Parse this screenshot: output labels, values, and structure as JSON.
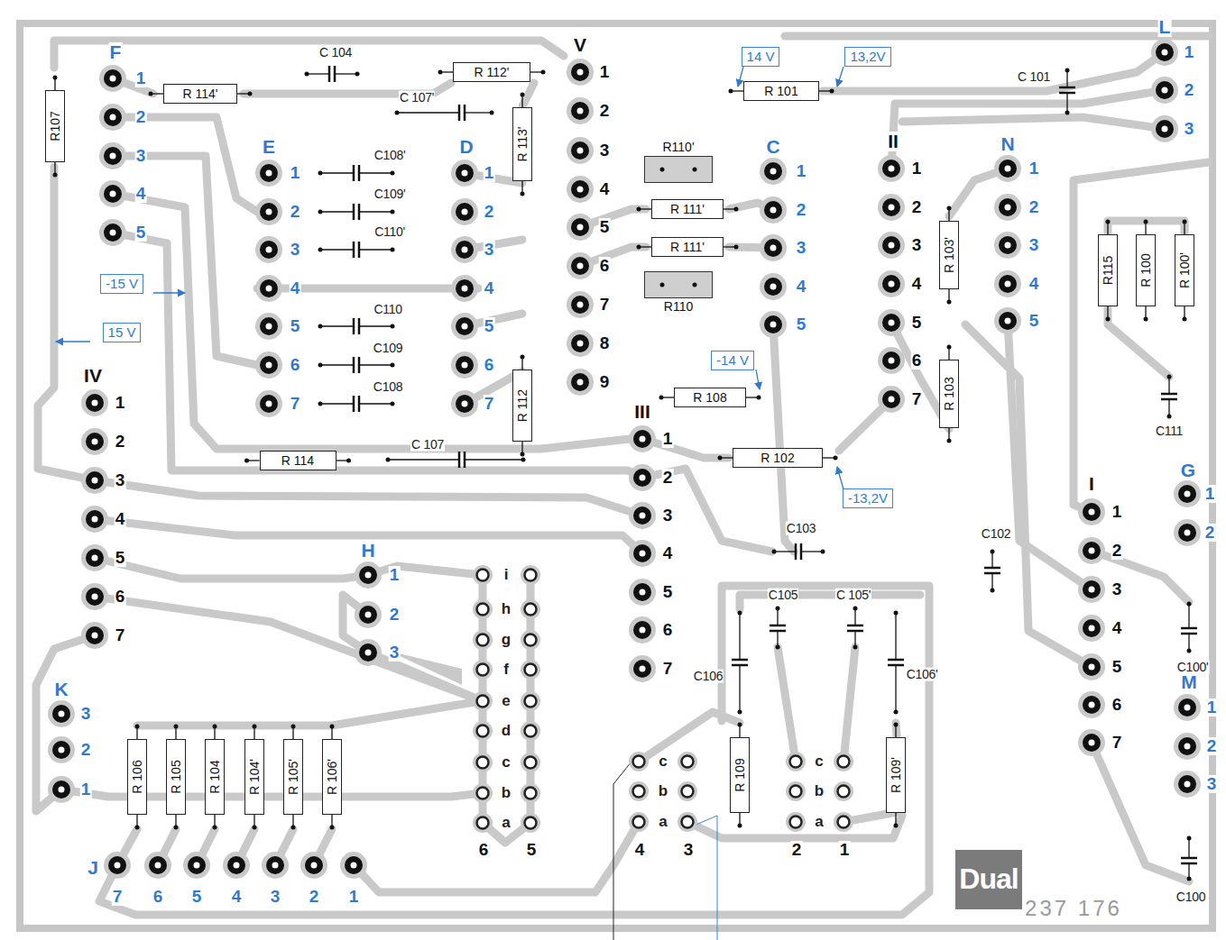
{
  "diagram": {
    "nodes": [
      {
        "text": [
          "R107"
        ]
      },
      {
        "text": [
          "R 114'"
        ]
      },
      {
        "text": [
          "R 112'"
        ]
      },
      {
        "text": [
          "R 113'"
        ]
      },
      {
        "text": [
          "14 V"
        ]
      },
      {
        "text": [
          "13,2V"
        ]
      },
      {
        "text": [
          "R 101"
        ]
      },
      {
        "text": [
          "R110'"
        ]
      },
      {
        "text": [
          "R 111'"
        ]
      },
      {
        "text": [
          "R 111'"
        ]
      },
      {
        "text": [
          "R110"
        ]
      },
      {
        "text": [
          "-15 V"
        ]
      },
      {
        "text": [
          "15 V"
        ]
      },
      {
        "text": [
          "R 103'"
        ]
      },
      {
        "text": [
          "R115"
        ]
      },
      {
        "text": [
          "R 100"
        ]
      },
      {
        "text": [
          "R 100'"
        ]
      },
      {
        "text": [
          "-14 V"
        ]
      },
      {
        "text": [
          "R 108"
        ]
      },
      {
        "text": [
          "R 103"
        ]
      },
      {
        "text": [
          "R 112"
        ]
      },
      {
        "text": [
          "R 114"
        ]
      },
      {
        "text": [
          "R 102"
        ]
      },
      {
        "text": [
          "-13,2V"
        ]
      },
      {
        "text": [
          "R 109"
        ]
      },
      {
        "text": [
          "R 109'"
        ]
      },
      {
        "text": [
          "R 106"
        ]
      },
      {
        "text": [
          "R 105"
        ]
      },
      {
        "text": [
          "R 104"
        ]
      },
      {
        "text": [
          "R 104'"
        ]
      },
      {
        "text": [
          "R 105'"
        ]
      },
      {
        "text": [
          "R 106'"
        ]
      },
      {
        "text": [
          "Dual"
        ]
      }
    ],
    "labels": [
      "F",
      "1",
      "2",
      "3",
      "4",
      "5",
      "E",
      "1",
      "2",
      "3",
      "4",
      "5",
      "6",
      "7",
      "D",
      "1",
      "2",
      "3",
      "4",
      "5",
      "6",
      "7",
      "V",
      "1",
      "2",
      "3",
      "4",
      "5",
      "6",
      "7",
      "8",
      "9",
      "C",
      "1",
      "2",
      "3",
      "4",
      "5",
      "II",
      "1",
      "2",
      "3",
      "4",
      "5",
      "6",
      "7",
      "N",
      "1",
      "2",
      "3",
      "4",
      "5",
      "L",
      "1",
      "2",
      "3",
      "IV",
      "1",
      "2",
      "3",
      "4",
      "5",
      "6",
      "7",
      "H",
      "1",
      "2",
      "3",
      "III",
      "1",
      "2",
      "3",
      "4",
      "5",
      "6",
      "7",
      "I",
      "1",
      "2",
      "3",
      "4",
      "5",
      "6",
      "7",
      "G",
      "1",
      "2",
      "M",
      "1",
      "2",
      "3",
      "K",
      "3",
      "2",
      "1",
      "J",
      "7",
      "6",
      "5",
      "4",
      "3",
      "2",
      "1",
      "i",
      "h",
      "g",
      "f",
      "e",
      "d",
      "c",
      "b",
      "a",
      "6",
      "5",
      "c",
      "b",
      "a",
      "4",
      "3",
      "c",
      "b",
      "a",
      "2",
      "1",
      "C 104",
      "C 107'",
      "C108'",
      "C109'",
      "C110'",
      "C110",
      "C109",
      "C108",
      "C 107",
      "C 101",
      "C103",
      "C105",
      "C 105'",
      "C106",
      "C106'",
      "C102",
      "C111",
      "C100'",
      "C100",
      "237 176"
    ]
  }
}
